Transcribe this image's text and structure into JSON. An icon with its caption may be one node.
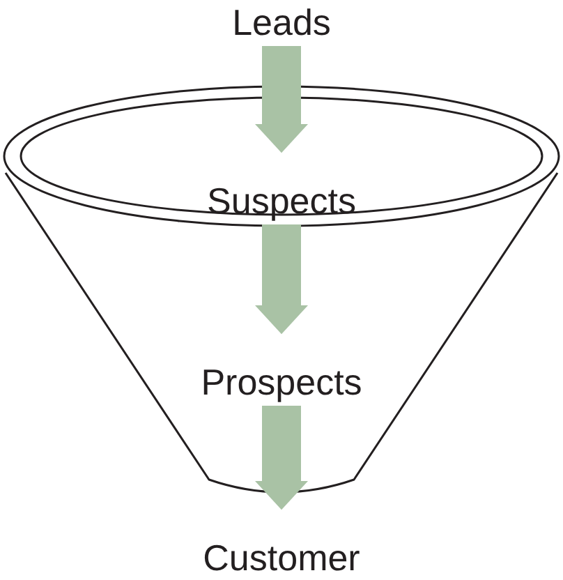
{
  "diagram": {
    "nodes": [
      {
        "text": [
          "Leads"
        ]
      },
      {
        "text": [
          "Suspects"
        ]
      },
      {
        "text": [
          "Prospects"
        ]
      },
      {
        "text": [
          "Customer"
        ]
      }
    ],
    "edges": [
      {
        "from": 0,
        "to": 1,
        "arrow": "to"
      },
      {
        "from": 1,
        "to": 2,
        "arrow": "to"
      },
      {
        "from": 2,
        "to": 3,
        "arrow": "to"
      }
    ]
  }
}
